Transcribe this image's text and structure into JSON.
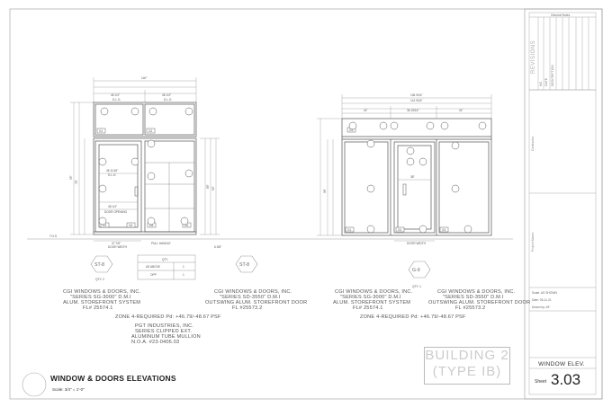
{
  "drawing": {
    "title": "WINDOW & DOORS ELEVATIONS",
    "scale": "Scale: 3/4\" = 1'-0\"",
    "building": "BUILDING 2",
    "building_type": "(TYPE IB)",
    "floor_label": "T.O.S."
  },
  "left_elevation": {
    "overall_width": "140\"",
    "lite_width_a": "46 1/4\"",
    "lite_width_b": "46 1/4\"",
    "lite_label": "D.L.O.",
    "door_dlo": "46 11/16\"",
    "door_opening": "48 1/4\"",
    "door_opening_label": "DOOR OPENING",
    "door_width": "47 7/8\"",
    "door_width_label": "DOOR WIDTH",
    "pull_handle": "PULL HANDLE",
    "heights": [
      "95\"",
      "78\"",
      "83\"",
      "90\""
    ],
    "sill": "6 3/8\"",
    "glass_tags": [
      "G1",
      "G2",
      "G3",
      "G4",
      "G5",
      "G6"
    ]
  },
  "right_elevation": {
    "overall_width": "136 9/16\"",
    "sub_width": "141 9/16\"",
    "lite_widths": [
      "41\"",
      "36 15/16\"",
      "41\""
    ],
    "door_dim": "38\"",
    "door_height": "96\"",
    "door_width_label": "DOOR WIDTH",
    "glass_tags": [
      "G1",
      "G2",
      "G3",
      "G4"
    ]
  },
  "tags": [
    {
      "code": "ST-8",
      "qty": "QTY: 2"
    },
    {
      "code": "ST-8",
      "qty": ""
    },
    {
      "code": "G-9",
      "qty": "QTY: 1"
    }
  ],
  "qty_table": {
    "header": "QTY",
    "rows": [
      [
        "AS ABOVE",
        "1"
      ],
      [
        "OPP",
        "1"
      ]
    ]
  },
  "notes": {
    "left_system": [
      "CGI WINDOWS & DOORS, INC.",
      "\"SERIES SG-3000\" D.M.I",
      "ALUM. STOREFRONT SYSTEM",
      "FL# 25574.1"
    ],
    "left_door": [
      "CGI WINDOWS & DOORS, INC.",
      "\"SERIES SD-3550\" D.M.I",
      "OUTSWING ALUM. STOREFRONT DOOR",
      "FL #25573.2"
    ],
    "left_zone": "ZONE 4-REQUIRED Pd: +46.79/-48.67 PSF",
    "mullion": [
      "PGT INDUSTRIES, INC.",
      "SERIES CLIPPED EXT.",
      "ALUMINUM TUBE MULLION",
      "N.O.A. #23-0406.03"
    ],
    "right_system": [
      "CGI WINDOWS & DOORS, INC.",
      "\"SERIES SG-3000\" D.M.I",
      "ALUM. STOREFRONT SYSTEM",
      "FL# 25574.1"
    ],
    "right_door": [
      "CGI WINDOWS & DOORS, INC.",
      "\"SERIES SD-3550\" D.M.I",
      "OUTSWING ALUM. STOREFRONT DOOR",
      "FL #25573.2"
    ],
    "right_zone": "ZONE 4-REQUIRED Pd: +46.79/-48.67 PSF"
  },
  "title_block": {
    "header": "General Notes",
    "revisions": "REVISIONS",
    "rev_col_no": "NO.",
    "rev_col_date": "DATE",
    "rev_col_desc": "DESCRIPTION",
    "contractor": "Contractor:",
    "project_name": "Project Name:",
    "scale": "Scale: AS SHOWN",
    "date": "Date: 05-11-21",
    "drawn_by": "Drawn by: AF",
    "sheet_name": "WINDOW ELEV.",
    "sheet_word": "Sheet",
    "sheet_number": "3.03"
  },
  "colors": {
    "line": "#555555",
    "light": "#999999",
    "faint": "#cccccc"
  }
}
